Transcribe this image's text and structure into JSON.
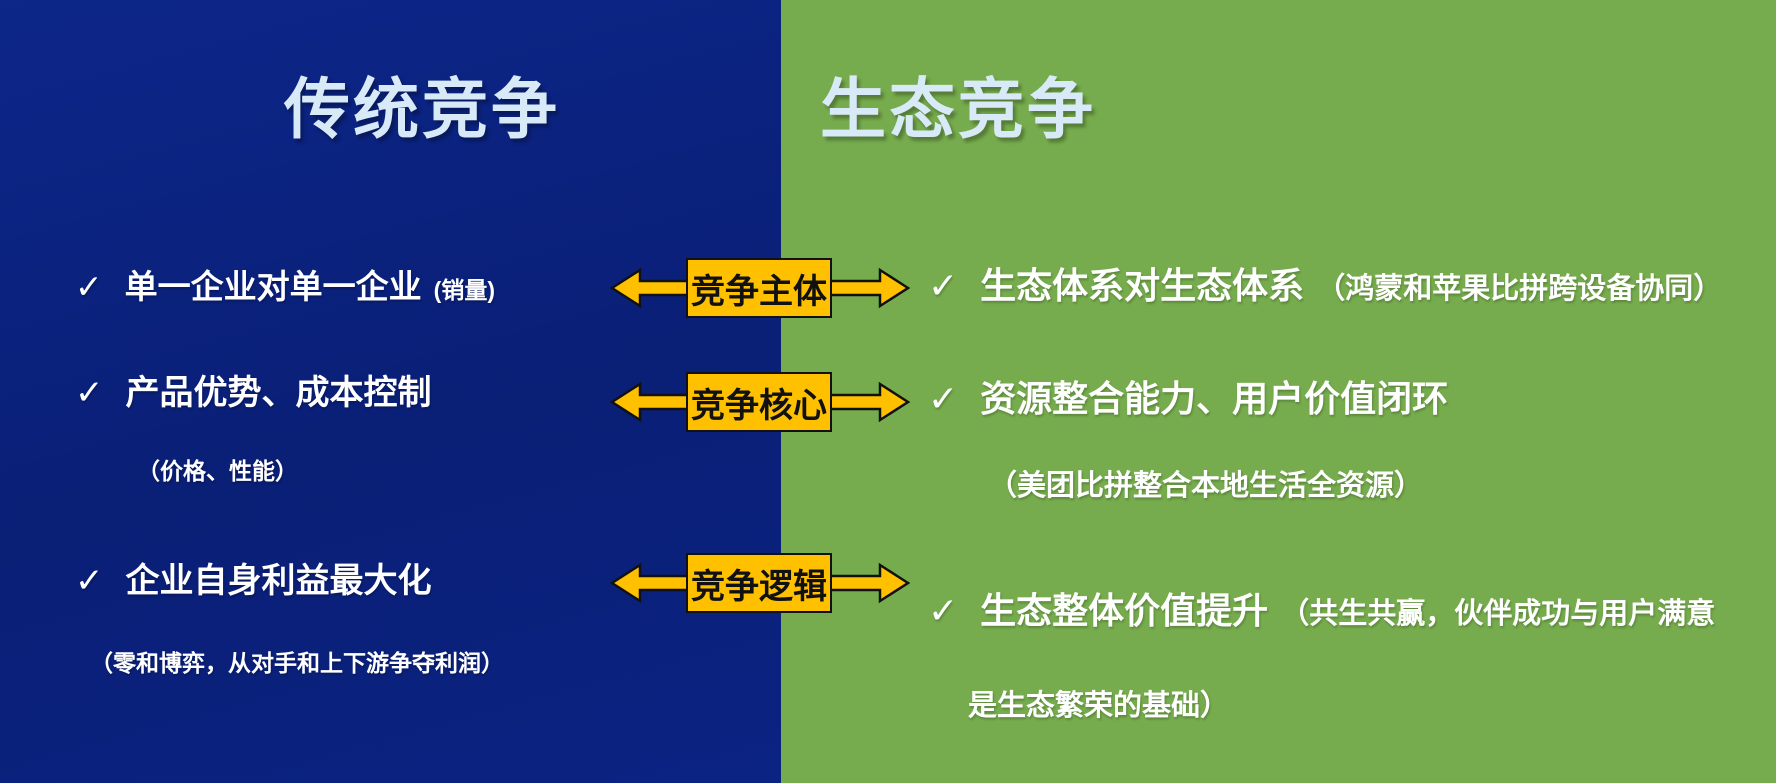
{
  "glyphs": {
    "check": "✓"
  },
  "left": {
    "title": "传统竞争",
    "item1": {
      "main": "单一企业对单一企业",
      "note": "(销量)"
    },
    "item2": {
      "main": "产品优势、成本控制",
      "note": "（价格、性能）"
    },
    "item3": {
      "main": "企业自身利益最大化",
      "note": "（零和博弈，从对手和上下游争夺利润）"
    }
  },
  "right": {
    "title": "生态竞争",
    "item1": {
      "main": "生态体系对生态体系",
      "note": "（鸿蒙和苹果比拼跨设备协同）"
    },
    "item2": {
      "main": "资源整合能力、用户价值闭环",
      "note": "（美团比拼整合本地生活全资源）"
    },
    "item3": {
      "main": "生态整体价值提升",
      "note_line1": "（共生共赢，伙伴成功与用户满意",
      "note_line2": "是生态繁荣的基础）"
    }
  },
  "connectors": {
    "label1": "竞争主体",
    "label2": "竞争核心",
    "label3": "竞争逻辑"
  },
  "colors": {
    "left_bg": "#0A2280",
    "right_bg": "#76AC4D",
    "label_bg": "#FFC000",
    "title_color": "#D8EAF7",
    "text_color": "#FFFFFF"
  }
}
